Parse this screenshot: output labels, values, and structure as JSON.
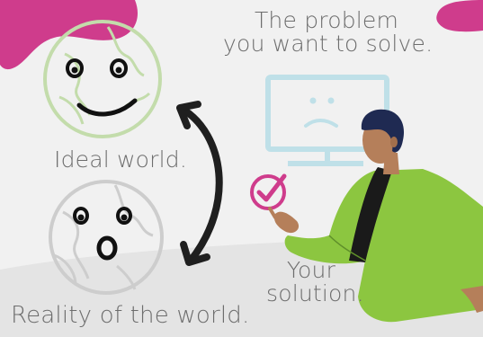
{
  "labels": {
    "problem_line1": "The problem",
    "problem_line2": "you want to solve.",
    "ideal_world": "Ideal world.",
    "reality": "Reality of the world.",
    "solution_line1": "Your",
    "solution_line2": "solution."
  },
  "colors": {
    "background": "#f1f1f1",
    "floor": "#e4e4e4",
    "blob": "#cf3c8c",
    "ideal_globe": "#c3dcab",
    "reality_globe": "#cdcdcd",
    "monitor": "#bfe0e8",
    "arrow": "#1f1f1f",
    "shirt": "#8cc640",
    "skin": "#b57f5a",
    "text": "#6d6d6d"
  },
  "icons": {
    "ideal_face": "smiling-globe-icon",
    "reality_face": "shocked-globe-icon",
    "monitor_face": "sad-monitor-icon",
    "solution": "checkmark-badge-icon",
    "relation": "double-headed-arrow-icon"
  }
}
